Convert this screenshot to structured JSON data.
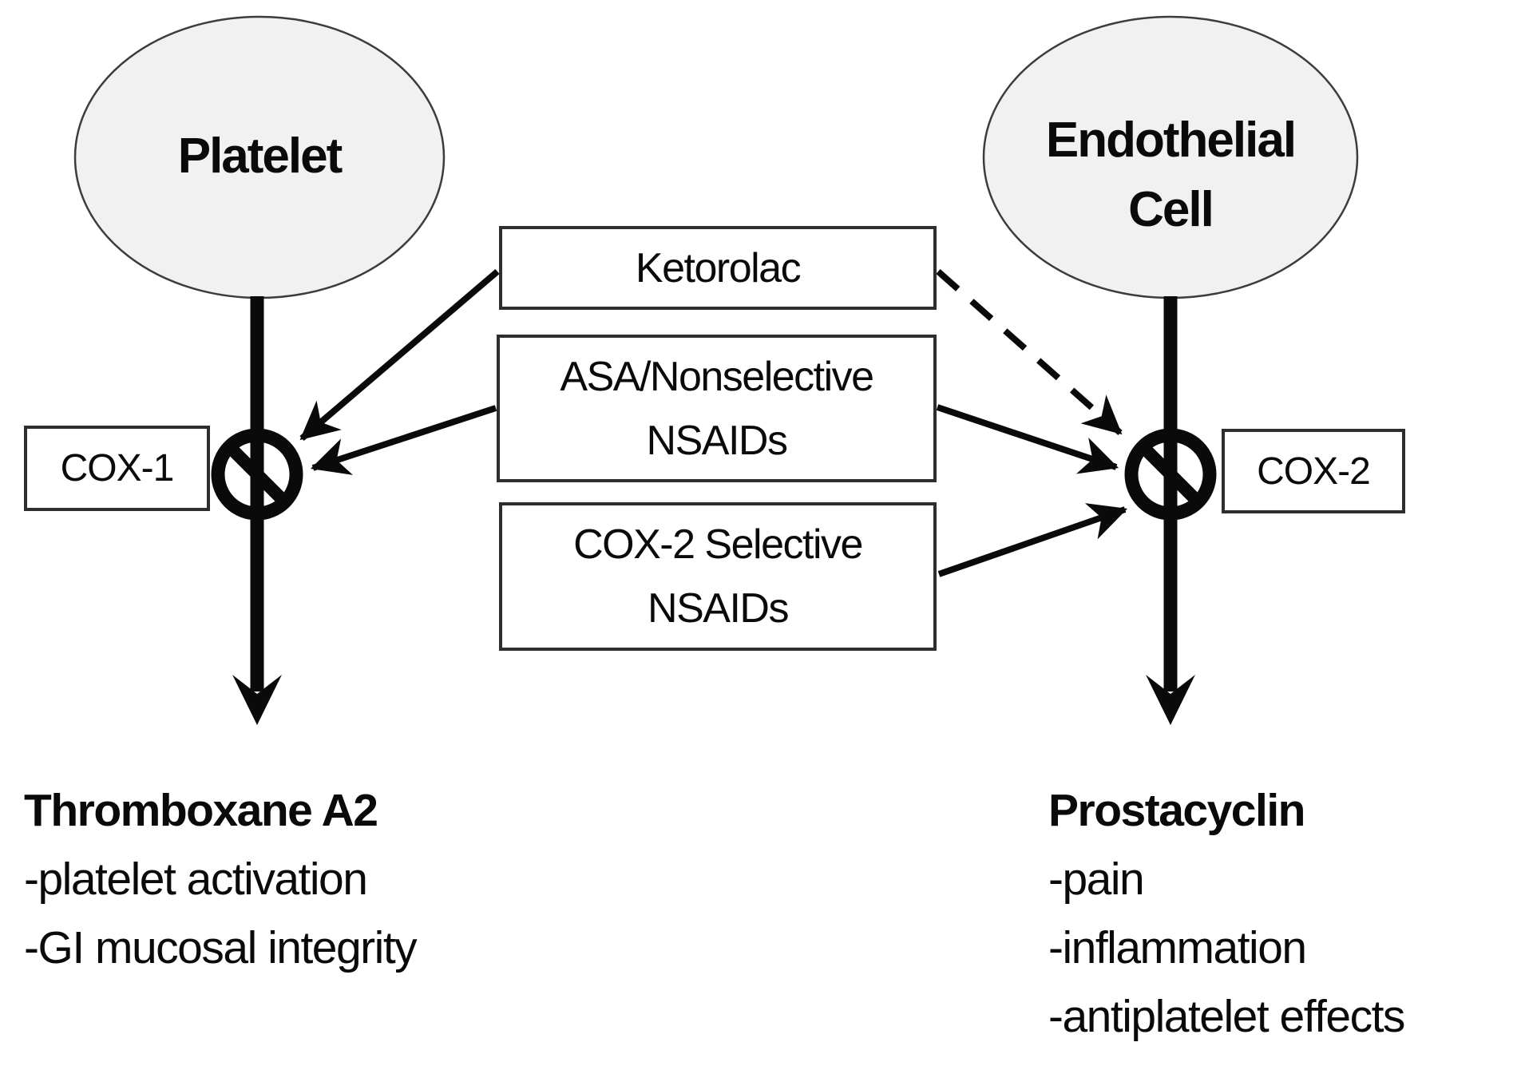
{
  "cells": {
    "platelet": {
      "label": "Platelet"
    },
    "endothelial": {
      "line1": "Endothelial",
      "line2": "Cell"
    }
  },
  "enzymes": {
    "cox1": {
      "label": "COX-1"
    },
    "cox2": {
      "label": "COX-2"
    }
  },
  "drugs": {
    "ketorolac": {
      "label": "Ketorolac"
    },
    "asa_nonselective": {
      "line1": "ASA/Nonselective",
      "line2": "NSAIDs"
    },
    "cox2_selective": {
      "line1": "COX-2 Selective",
      "line2": "NSAIDs"
    }
  },
  "outcomes": {
    "thromboxane": {
      "title": "Thromboxane A2",
      "items": [
        "-platelet activation",
        "-GI mucosal integrity"
      ]
    },
    "prostacyclin": {
      "title": "Prostacyclin",
      "items": [
        "-pain",
        "-inflammation",
        "-antiplatelet effects"
      ]
    }
  },
  "icons": {
    "inhibition": "no-entry-icon",
    "production": "arrow-down-icon"
  },
  "colors": {
    "ink": "#0a0a0a",
    "cell_fill": "#f1f1f1",
    "cell_stroke": "#3c3c3c",
    "box_border": "#2e2e2e",
    "background": "#ffffff"
  }
}
